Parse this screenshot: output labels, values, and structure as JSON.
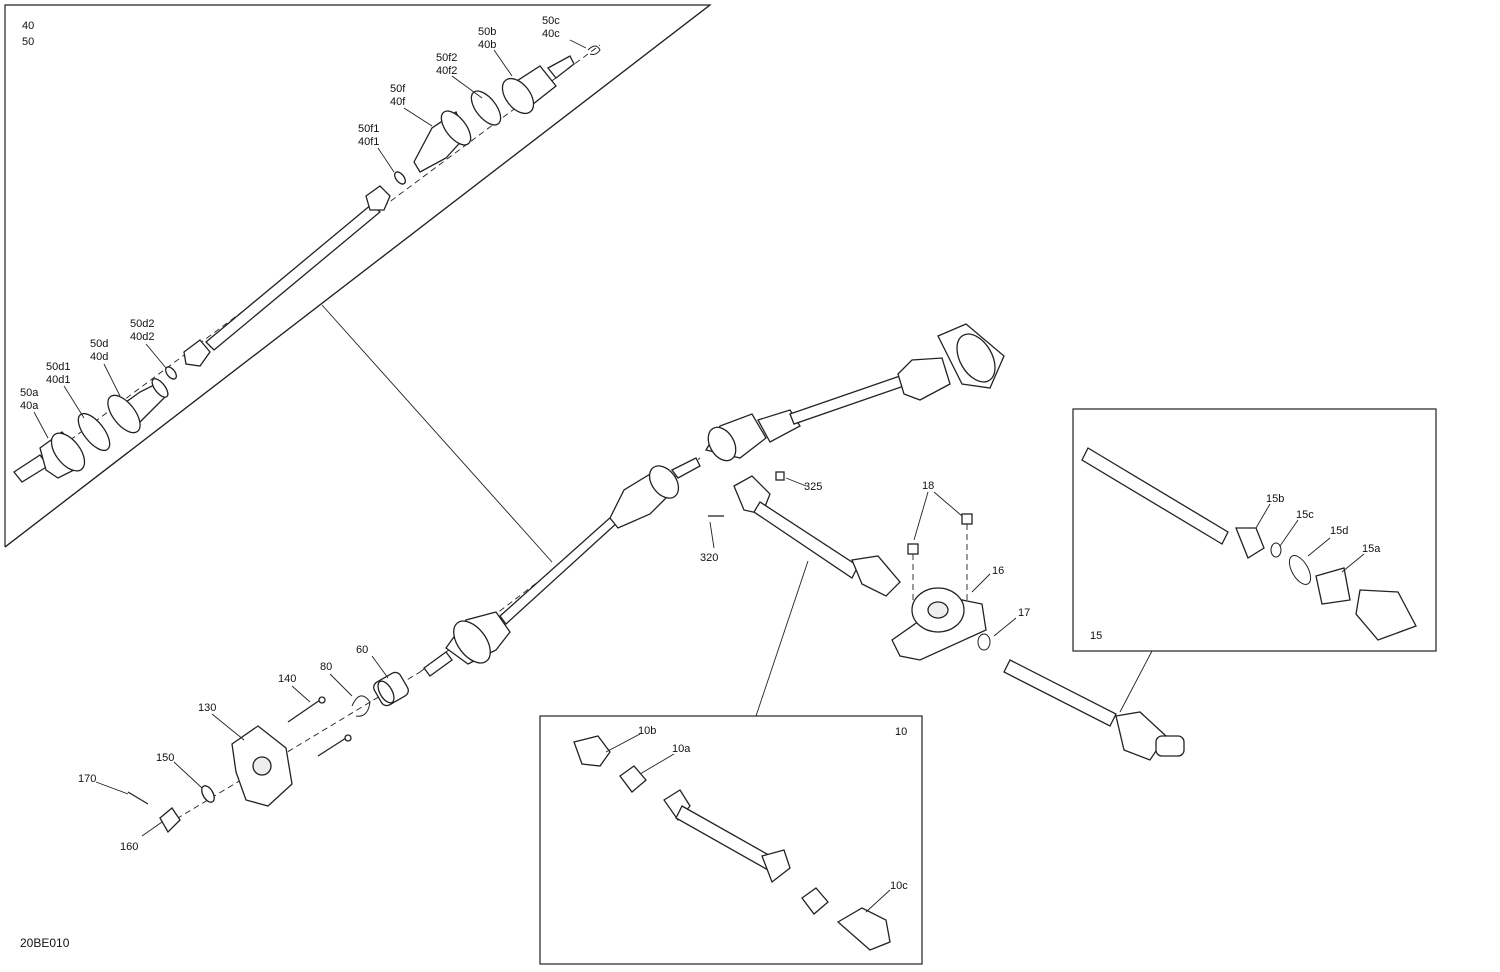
{
  "diagram_code": "20BE010",
  "inset_top_left": {
    "labels": [
      "40",
      "50"
    ]
  },
  "inset_right": {
    "label": "15"
  },
  "inset_bottom": {
    "label": "10"
  },
  "callouts": {
    "c50c": [
      "50c",
      "40c"
    ],
    "c50b": [
      "50b",
      "40b"
    ],
    "c50f2": [
      "50f2",
      "40f2"
    ],
    "c50f": [
      "50f",
      "40f"
    ],
    "c50f1": [
      "50f1",
      "40f1"
    ],
    "c50d2": [
      "50d2",
      "40d2"
    ],
    "c50d": [
      "50d",
      "40d"
    ],
    "c50d1": [
      "50d1",
      "40d1"
    ],
    "c50a": [
      "50a",
      "40a"
    ],
    "c325": "325",
    "c320": "320",
    "c18": "18",
    "c16": "16",
    "c17": "17",
    "c15b": "15b",
    "c15c": "15c",
    "c15d": "15d",
    "c15a": "15a",
    "c60": "60",
    "c80": "80",
    "c140": "140",
    "c130": "130",
    "c150": "150",
    "c170": "170",
    "c160": "160",
    "c10b": "10b",
    "c10a": "10a",
    "c10c": "10c"
  }
}
